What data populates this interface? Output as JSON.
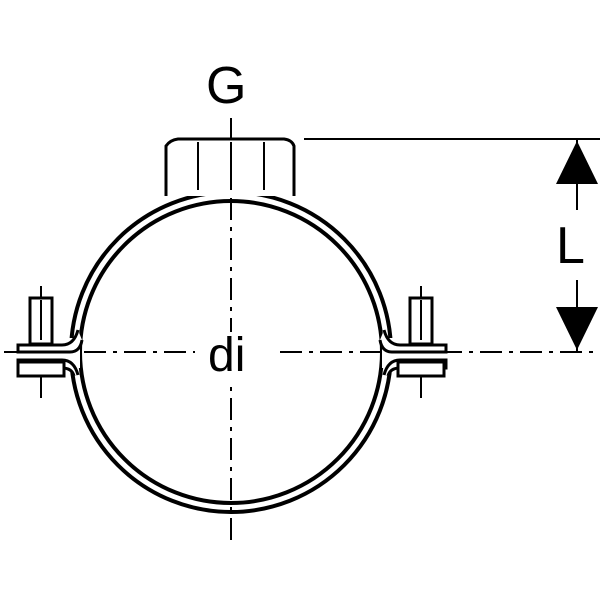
{
  "labels": {
    "g": "G",
    "di": "di",
    "l": "L"
  },
  "colors": {
    "line": "#000000",
    "background": "#ffffff"
  }
}
